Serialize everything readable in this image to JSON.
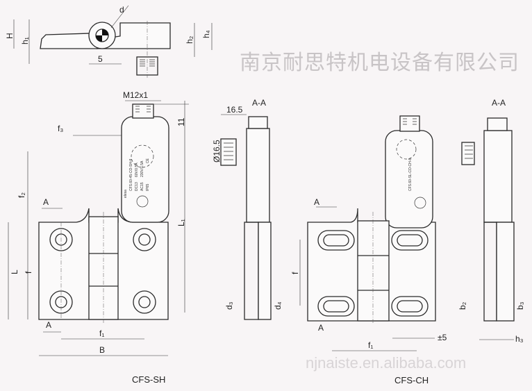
{
  "drawing": {
    "top_view_labels": {
      "H": "H",
      "h1": "h₁",
      "h2": "h₂",
      "h4": "h₄",
      "five": "5",
      "d": "d"
    },
    "sh_labels": {
      "m12": "M12x1",
      "eleven": "11",
      "f3": "f₃",
      "f2": "f₂",
      "A_top": "A",
      "L1": "L₁",
      "L": "L",
      "f": "f",
      "A_bottom": "A",
      "f1": "f₁",
      "B": "B",
      "caption": "CFS-SH"
    },
    "sh_section": {
      "title": "A-A",
      "w": "16.5",
      "dia": "Ø16.5",
      "d3": "d₃",
      "d4": "d₄"
    },
    "ch_labels": {
      "A_top": "A",
      "f": "f",
      "A_bottom": "A",
      "f1": "f₁",
      "tol": "±5",
      "caption": "CFS-CH"
    },
    "ch_section": {
      "title": "A-A",
      "b2": "b₂",
      "b3": "b₃",
      "h3": "h₃"
    },
    "switch_marking": {
      "brand": "elesa",
      "sh_model": "CFS.60-45-CO-SH-8",
      "ch_model": "CFS.60-SL-CO-CH-8",
      "dc": "DC13",
      "ac": "AC15",
      "rating1": "60V/0.5A",
      "rating2": "230V/1.5A",
      "ip": "IP65",
      "ce": "CE"
    },
    "watermark": {
      "company": "南京耐思特机电设备有限公司",
      "site": "njnaiste.en.alibaba.com"
    }
  }
}
